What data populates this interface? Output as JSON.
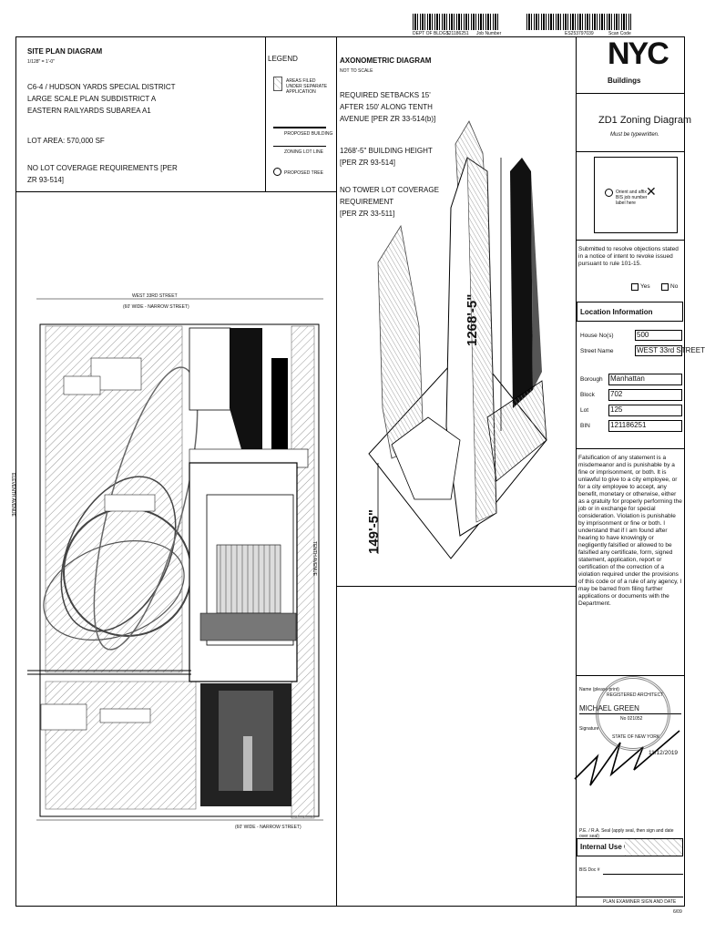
{
  "header": {
    "dept_label": "DEPT OF BLDGS",
    "dept_number": "121186251",
    "job_number_label": "Job Number",
    "scan_number": "ES253797039",
    "scan_code_label": "Scan Code"
  },
  "site_plan": {
    "title": "SITE PLAN DIAGRAM",
    "scale": "1/128\" = 1'-0\"",
    "district_lines": [
      "C6-4 / HUDSON YARDS SPECIAL DISTRICT",
      "LARGE SCALE PLAN SUBDISTRICT A",
      "EASTERN RAILYARDS SUBAREA A1"
    ],
    "lot_area": "LOT AREA: 570,000 SF",
    "coverage_lines": [
      "NO LOT COVERAGE REQUIREMENTS [PER",
      "ZR 93-514]"
    ],
    "top_street": "WEST 33RD STREET",
    "top_street_sub": "(60' WIDE - NARROW STREET)",
    "bottom_street": "(60' WIDE - NARROW STREET)",
    "left_street": "ELEVENTH AVENUE",
    "right_street": "TENTH AVENUE"
  },
  "legend": {
    "title": "LEGEND",
    "items": [
      "AREAS FILED UNDER SEPARATE APPLICATION",
      "PROPOSED BUILDING",
      "ZONING LOT LINE",
      "PROPOSED TREE"
    ]
  },
  "axonometric": {
    "title": "AXONOMETRIC DIAGRAM",
    "scale": "NOT TO SCALE",
    "setback_lines": [
      "REQUIRED SETBACKS 15'",
      "AFTER 150' ALONG TENTH",
      "AVENUE [PER ZR 33-514(b)]"
    ],
    "height_lines": [
      "1268'-5\" BUILDING HEIGHT",
      "[PER ZR 93-514]"
    ],
    "tower_lines": [
      "NO TOWER LOT COVERAGE",
      "REQUIREMENT",
      "[PER ZR 33-511]"
    ],
    "dim_height": "1268'-5\"",
    "dim_base": "149'-5\""
  },
  "panel": {
    "logo": "NYC",
    "logo_sub": "Buildings",
    "form_title": "ZD1 Zoning Diagram",
    "form_sub": "Must be typewritten.",
    "bis_label": "Orient and affix BIS job number label here",
    "objection_text": "Submitted to resolve objections stated in a notice of intent to revoke issued pursuant to rule 101-15.",
    "yes": "Yes",
    "no": "No",
    "location_title": "Location Information",
    "house_label": "House No(s)",
    "house_value": "500",
    "street_label": "Street Name",
    "street_value": "WEST 33rd STREET",
    "borough_label": "Borough",
    "borough_value": "Manhattan",
    "block_label": "Block",
    "block_value": "702",
    "lot_label": "Lot",
    "lot_value": "125",
    "bin_label": "BIN",
    "bin_value": "121186251",
    "falsification": "Falsification of any statement is a misdemeanor and is punishable by a fine or imprisonment, or both. It is unlawful to give to a city employee, or for a city employee to accept, any benefit, monetary or otherwise, either as a gratuity for properly performing the job or in exchange for special consideration. Violation is punishable by imprisonment or fine or both. I understand that if I am found after hearing to have knowingly or negligently falsified or allowed to be falsified any certificate, form, signed statement, application, report or certification of the correction of a violation required under the provisions of this code or of a rule of any agency, I may be barred from filing further applications or documents with the Department.",
    "name_label": "Name (please print)",
    "name_value": "MICHAEL GREEN",
    "signature_label": "Signature",
    "date_value": "11/12/2019",
    "seal_label": "P.E. / R.A. Seal  (apply seal, then sign and date over seal)",
    "internal": "Internal Use Only",
    "bis_doc": "BIS Doc #",
    "examiner": "PLAN EXAMINER SIGN AND DATE",
    "page_code": "6/09",
    "seal_text": [
      "REGISTERED ARCHITECT",
      "STATE OF NEW YORK",
      "No 021052"
    ]
  }
}
